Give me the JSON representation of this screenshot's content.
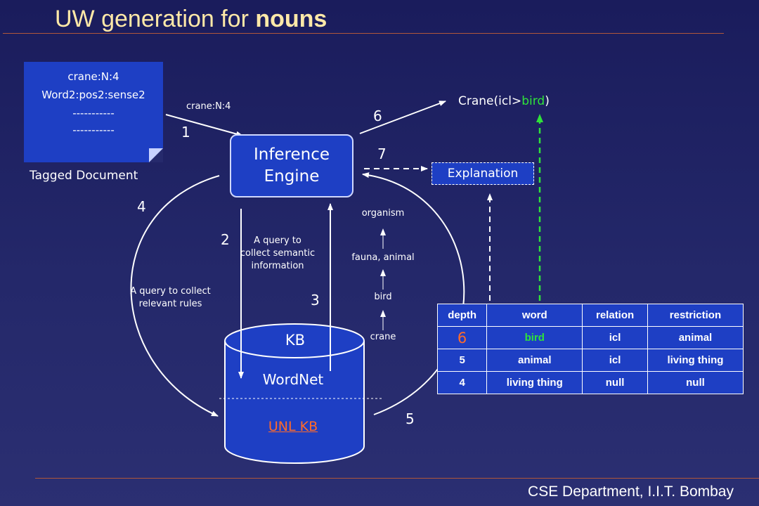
{
  "title": {
    "prefix": "UW generation for",
    "bold": "nouns"
  },
  "footer": "CSE Department, I.I.T. Bombay",
  "tagged_document": {
    "lines": [
      "crane:N:4",
      "Word2:pos2:sense2",
      "-----------",
      "-----------"
    ],
    "caption": "Tagged Document"
  },
  "inference_engine": {
    "line1": "Inference",
    "line2": "Engine"
  },
  "output": {
    "prefix": "Crane(icl>",
    "restriction": "bird",
    "suffix": ")"
  },
  "explanation": "Explanation",
  "arrow_label_query": "crane:N:4",
  "query_semantic": [
    "A query to",
    "collect semantic",
    "information"
  ],
  "query_rules": [
    "A query to collect",
    "relevant rules"
  ],
  "hierarchy": [
    "organism",
    "fauna, animal",
    "bird",
    "crane"
  ],
  "database": {
    "kb": "KB",
    "wordnet": "WordNet",
    "unl_kb": "UNL KB"
  },
  "step_numbers": [
    "1",
    "2",
    "3",
    "4",
    "5",
    "6",
    "7"
  ],
  "table": {
    "headers": [
      "depth",
      "word",
      "relation",
      "restriction"
    ],
    "rows": [
      [
        "6",
        "bird",
        "icl",
        "animal"
      ],
      [
        "5",
        "animal",
        "icl",
        "living thing"
      ],
      [
        "4",
        "living thing",
        "null",
        "null"
      ]
    ]
  },
  "colors": {
    "background": "#1a1c5c",
    "title": "#ffe9a8",
    "box_fill": "#1e3fc4",
    "highlight_green": "#2fe23a",
    "highlight_orange": "#ff6a2a",
    "rule": "#b0573a"
  }
}
